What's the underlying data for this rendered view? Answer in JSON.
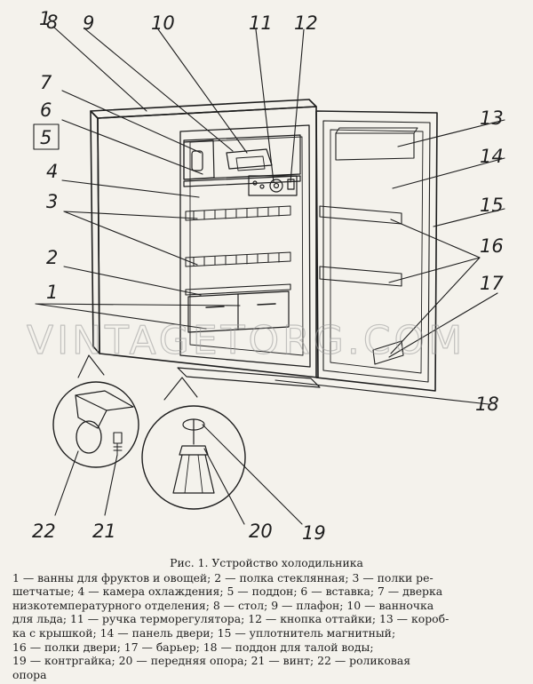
{
  "figure": {
    "title": "Рис. 1. Устройство холодильника",
    "watermark": "VINTAGETORG.COM",
    "callouts": [
      "1",
      "2",
      "3",
      "4",
      "5",
      "6",
      "7",
      "8",
      "9",
      "10",
      "11",
      "12",
      "13",
      "14",
      "15",
      "16",
      "17",
      "18",
      "19",
      "20",
      "21",
      "22"
    ],
    "legend_lines": [
      "1 — ванны для фруктов и овощей; 2 — полка стеклянная; 3 — полки ре-",
      "шетчатые; 4 — камера охлаждения; 5 — поддон; 6 — вставка; 7 — дверка",
      "низкотемпературного отделения; 8 — стол; 9 — плафон; 10 — ванночка",
      "для льда; 11 — ручка терморегулятора; 12 — кнопка оттайки; 13 — короб-",
      "ка с крышкой; 14 — панель двери; 15 — уплотнитель магнитный;",
      "16 — полки двери; 17 — барьер; 18 — поддон для талой воды;",
      "19 — контргайка; 20 — передняя опора; 21 — винт; 22 — роликовая",
      "опора"
    ]
  },
  "colors": {
    "ink": "#1e1e1e",
    "paper": "#f4f2ec",
    "watermark": "#9a9a9a"
  }
}
